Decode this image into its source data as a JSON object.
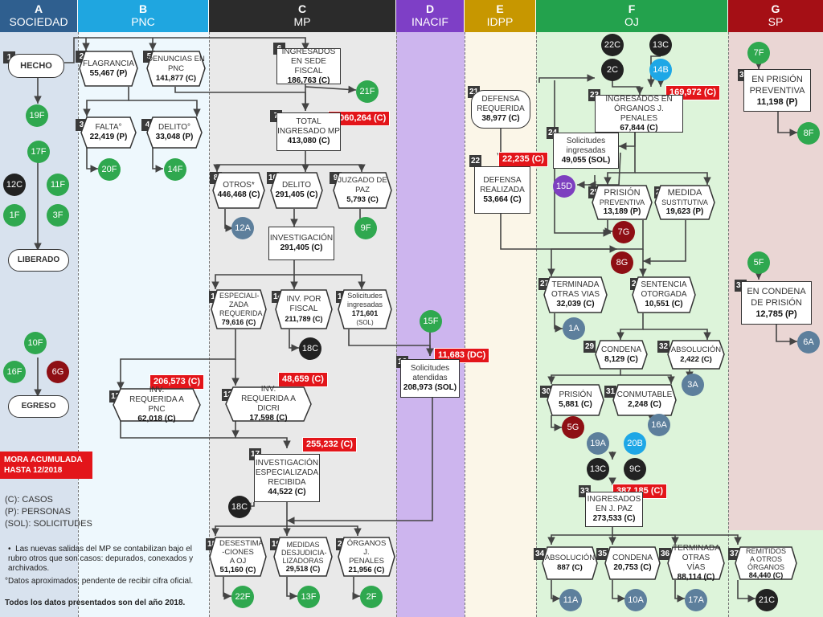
{
  "columns": [
    {
      "letter": "A",
      "title": "SOCIEDAD",
      "color": "#2f5f8f",
      "bg": "#d8e2ee"
    },
    {
      "letter": "B",
      "title": "PNC",
      "color": "#1fa6e0",
      "bg": "#eef8fd"
    },
    {
      "letter": "C",
      "title": "MP",
      "color": "#2b2b2b",
      "bg": "#e9e9e9"
    },
    {
      "letter": "D",
      "title": "INACIF",
      "color": "#7e3fc6",
      "bg": "#cdb5ee"
    },
    {
      "letter": "E",
      "title": "IDPP",
      "color": "#c79700",
      "bg": "#fbf6e8"
    },
    {
      "letter": "F",
      "title": "OJ",
      "color": "#23a24d",
      "bg": "#ddf4da"
    },
    {
      "letter": "G",
      "title": "SP",
      "color": "#a50f15",
      "bg": "#ead6d4"
    }
  ],
  "nodes": {
    "hecho": "HECHO",
    "liberado": "LIBERADO",
    "egreso": "EGRESO",
    "n2": {
      "num": "2",
      "label": "FLAGRANCIA",
      "value": "55,467 (P)"
    },
    "n5": {
      "num": "5",
      "label": "DENUNCIAS EN PNC",
      "value": "141,877 (C)"
    },
    "n3": {
      "num": "3",
      "label": "FALTA°",
      "value": "22,419 (P)"
    },
    "n4": {
      "num": "4",
      "label": "DELITO°",
      "value": "33,048 (P)"
    },
    "n6": {
      "num": "6",
      "label": "INGRESADOS EN SEDE FISCAL",
      "value": "186,763 (C)"
    },
    "n7": {
      "num": "7",
      "label": "TOTAL INGRESADO MP",
      "value": "413,080 (C)"
    },
    "n8": {
      "num": "8",
      "label": "OTROS*",
      "value": "446,468 (C)"
    },
    "n10": {
      "num": "10",
      "label": "DELITO",
      "value": "291,405 (C)"
    },
    "n9": {
      "num": "9",
      "label": "JUZGADO DE PAZ",
      "value": "5,793 (C)"
    },
    "inv": {
      "label": "INVESTIGACIÓN",
      "value": "291,405 (C)"
    },
    "n11": {
      "num": "11",
      "label": "ESPECIALI-ZADA REQUERIDA",
      "value": "79,616 (C)"
    },
    "n14": {
      "num": "14",
      "label": "INV. POR FISCAL",
      "value": "211,789 (C)"
    },
    "n15": {
      "num": "15",
      "label": "Solicitudes ingresadas",
      "value": "171,601",
      "sub": "(SOL)"
    },
    "n12": {
      "num": "12",
      "label": "INV. REQUERIDA A PNC",
      "value": "62,018 (C)"
    },
    "n13": {
      "num": "13",
      "label": "INV. REQUERIDA A DICRI",
      "value": "17,598 (C)"
    },
    "n16": {
      "num": "16",
      "label": "Solicitudes atendidas",
      "value": "208,973 (SOL)"
    },
    "n17": {
      "num": "17",
      "label": "INVESTIGACIÓN ESPECIALIZADA RECIBIDA",
      "value": "44,522 (C)"
    },
    "n18": {
      "num": "18",
      "label": "DESESTIMA -CIONES A OJ",
      "value": "51,160 (C)"
    },
    "n19": {
      "num": "19",
      "label": "MEDIDAS DESJUDICIA-LIZADORAS",
      "value": "29,518 (C)"
    },
    "n20": {
      "num": "20",
      "label": "ÓRGANOS J. PENALES",
      "value": "21,956 (C)"
    },
    "n21": {
      "num": "21",
      "label": "DEFENSA REQUERIDA",
      "value": "38,977 (C)"
    },
    "n22": {
      "num": "22",
      "label": "DEFENSA REALIZADA",
      "value": "53,664 (C)"
    },
    "n23": {
      "num": "23",
      "label": "INGRESADOS EN ÓRGANOS J. PENALES",
      "value": "67,844 (C)"
    },
    "n24": {
      "num": "24",
      "label": "Solicitudes ingresadas",
      "value": "49,055 (SOL)"
    },
    "n25": {
      "num": "25",
      "label": "PRISIÓN",
      "sub": "PREVENTIVA",
      "value": "13,189 (P)"
    },
    "n26": {
      "num": "26",
      "label": "MEDIDA",
      "sub": "SUSTITUTIVA",
      "value": "19,623 (P)"
    },
    "n27": {
      "num": "27",
      "label": "TERMINADA OTRAS VIAS",
      "value": "32,039 (C)"
    },
    "n28": {
      "num": "28",
      "label": "SENTENCIA OTORGADA",
      "value": "10,551 (C)"
    },
    "n29": {
      "num": "29",
      "label": "CONDENA",
      "value": "8,129 (C)"
    },
    "n32": {
      "num": "32",
      "label": "ABSOLUCIÓN",
      "value": "2,422 (C)"
    },
    "n30": {
      "num": "30",
      "label": "PRISIÓN",
      "value": "5,881 (C)"
    },
    "n31": {
      "num": "31",
      "label": "CONMUTABLE",
      "value": "2,248 (C)"
    },
    "n33": {
      "num": "33",
      "label": "INGRESADOS EN J. PAZ",
      "value": "273,533 (C)"
    },
    "n34": {
      "num": "34",
      "label": "ABSOLUCIÓN",
      "value": "887 (C)"
    },
    "n35": {
      "num": "35",
      "label": "CONDENA",
      "value": "20,753 (C)"
    },
    "n36": {
      "num": "36",
      "label": "TERMINADA OTRAS VÍAS",
      "value": "88,114 (C)"
    },
    "n37": {
      "num": "37",
      "label": "REMITIDOS A OTROS ÓRGANOS",
      "value": "84,440 (C)"
    },
    "n38": {
      "num": "38",
      "label": "EN PRISIÓN PREVENTIVA",
      "value": "11,198 (P)"
    },
    "n39": {
      "num": "39",
      "label": "EN CONDENA DE PRISIÓN",
      "value": "12,785 (P)"
    },
    "n1": {
      "num": "1"
    }
  },
  "tags": {
    "t7": "1,060,264 (C)",
    "t12": "206,573 (C)",
    "t13": "48,659 (C)",
    "t16": "11,683 (DC)",
    "t17": "255,232 (C)",
    "t22": "22,235 (C)",
    "t23": "169,972 (C)",
    "t33": "387,185 (C)"
  },
  "circles": {
    "c19F": "19F",
    "c17F": "17F",
    "c12C": "12C",
    "c11F": "11F",
    "c1F": "1F",
    "c3F": "3F",
    "c10F": "10F",
    "c16F": "16F",
    "c6G": "6G",
    "c20F": "20F",
    "c14F": "14F",
    "c21F": "21F",
    "c12A": "12A",
    "c9F": "9F",
    "c18Ca": "18C",
    "c15F": "15F",
    "c18Cb": "18C",
    "c22F": "22F",
    "c13F": "13F",
    "c2F": "2F",
    "c15D": "15D",
    "c22C": "22C",
    "c13Ca": "13C",
    "c2C": "2C",
    "c14B": "14B",
    "c7G": "7G",
    "c8G": "8G",
    "c1A": "1A",
    "c3A": "3A",
    "c5G": "5G",
    "c16A": "16A",
    "c19A": "19A",
    "c20B": "20B",
    "c13Cb": "13C",
    "c9C": "9C",
    "c11A": "11A",
    "c10A": "10A",
    "c17A": "17A",
    "c21C": "21C",
    "c7F": "7F",
    "c8F": "8F",
    "c5F": "5F",
    "c6A": "6A"
  },
  "mora": "MORA ACUMULADA HASTA 12/2018",
  "legend": {
    "c": "(C): CASOS",
    "p": "(P): PERSONAS",
    "sol": "(SOL): SOLICITUDES"
  },
  "notes": {
    "bullet": "Las nuevas salidas del MP se contabilizan bajo el rubro otros que son casos: depurados, conexados y archivados.",
    "approx": "°Datos aproximados, pendente de recibir cifra oficial.",
    "year": "Todos los datos presentados son del año 2018."
  }
}
